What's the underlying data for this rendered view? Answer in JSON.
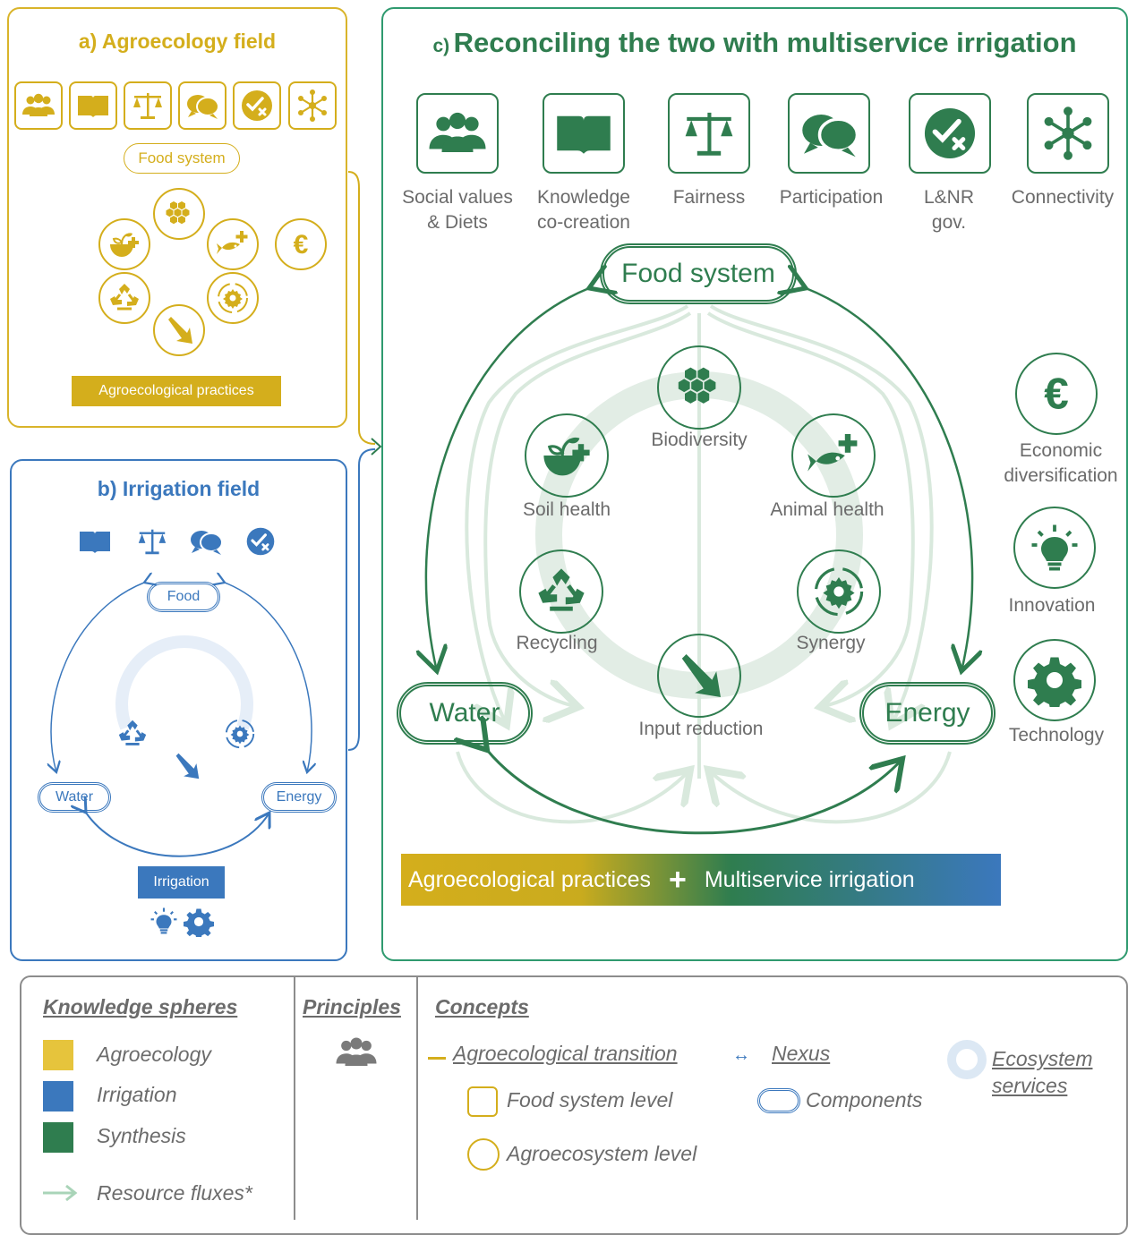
{
  "panel_a": {
    "title": "a) Agroecology field",
    "food_system_label": "Food system",
    "practices_label": "Agroecological practices"
  },
  "panel_b": {
    "title": "b) Irrigation field",
    "food_label": "Food",
    "water_label": "Water",
    "energy_label": "Energy",
    "irrigation_label": "Irrigation"
  },
  "panel_c": {
    "title_prefix": "c)",
    "title": "Reconciling the two with multiservice irrigation",
    "principles": [
      {
        "icon": "people-icon",
        "line1": "Social values",
        "line2": "& Diets"
      },
      {
        "icon": "book-icon",
        "line1": "Knowledge",
        "line2": "co-creation"
      },
      {
        "icon": "scale-icon",
        "line1": "Fairness",
        "line2": ""
      },
      {
        "icon": "speech-bubbles-icon",
        "line1": "Participation",
        "line2": ""
      },
      {
        "icon": "check-cross-icon",
        "line1": "L&NR",
        "line2": "gov."
      },
      {
        "icon": "network-icon",
        "line1": "Connectivity",
        "line2": ""
      }
    ],
    "food_system_label": "Food system",
    "water_label": "Water",
    "energy_label": "Energy",
    "services": {
      "biodiversity": "Biodiversity",
      "soil_health": "Soil health",
      "animal_health": "Animal health",
      "recycling": "Recycling",
      "synergy": "Synergy",
      "input_reduction": "Input reduction"
    },
    "side": {
      "economic_line1": "Economic",
      "economic_line2": "diversification",
      "innovation": "Innovation",
      "technology": "Technology"
    },
    "banner_left": "Agroecological practices",
    "banner_plus": "+",
    "banner_right": "Multiservice irrigation"
  },
  "legend": {
    "knowledge_spheres_title": "Knowledge spheres",
    "spheres": [
      {
        "label": "Agroecology",
        "color": "#e6c43c"
      },
      {
        "label": "Irrigation",
        "color": "#3b78bd"
      },
      {
        "label": "Synthesis",
        "color": "#2f7d4f"
      }
    ],
    "resource_fluxes": "Resource fluxes*",
    "principles_title": "Principles",
    "concepts_title": "Concepts",
    "agroecological_transition": "Agroecological transition",
    "nexus": "Nexus",
    "ecosystem_services_line1": "Ecosystem",
    "ecosystem_services_line2": "services",
    "food_system_level": "Food system level",
    "components": "Components",
    "agroecosystem_level": "Agroecosystem level"
  },
  "colors": {
    "yellow": "#d4b21f",
    "blue": "#3b78bd",
    "green": "#2f7d4f",
    "light_green": "#cfe4d6",
    "gray": "#7a7a7a"
  }
}
